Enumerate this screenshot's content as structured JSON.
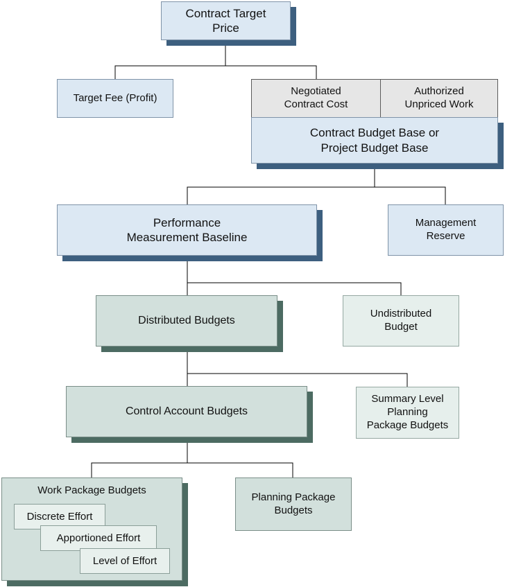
{
  "nodes": {
    "contract_target_price": "Contract Target\nPrice",
    "target_fee": "Target Fee (Profit)",
    "negotiated_contract_cost": "Negotiated\nContract Cost",
    "authorized_unpriced_work": "Authorized\nUnpriced Work",
    "contract_budget_base": "Contract Budget Base or\nProject Budget Base",
    "performance_measurement_baseline": "Performance\nMeasurement Baseline",
    "management_reserve": "Management\nReserve",
    "distributed_budgets": "Distributed Budgets",
    "undistributed_budget": "Undistributed\nBudget",
    "control_account_budgets": "Control Account Budgets",
    "summary_level_planning_package_budgets": "Summary Level\nPlanning\nPackage Budgets",
    "work_package_budgets": "Work Package Budgets",
    "discrete_effort": "Discrete Effort",
    "apportioned_effort": "Apportioned Effort",
    "level_of_effort": "Level of Effort",
    "planning_package_budgets": "Planning Package\nBudgets"
  },
  "colors": {
    "blue_fill": "#dce8f3",
    "blue_shadow": "#3d5f7f",
    "green_fill": "#d2e0dc",
    "green_shadow": "#4c6b62",
    "gray_fill": "#e6e6e6"
  }
}
